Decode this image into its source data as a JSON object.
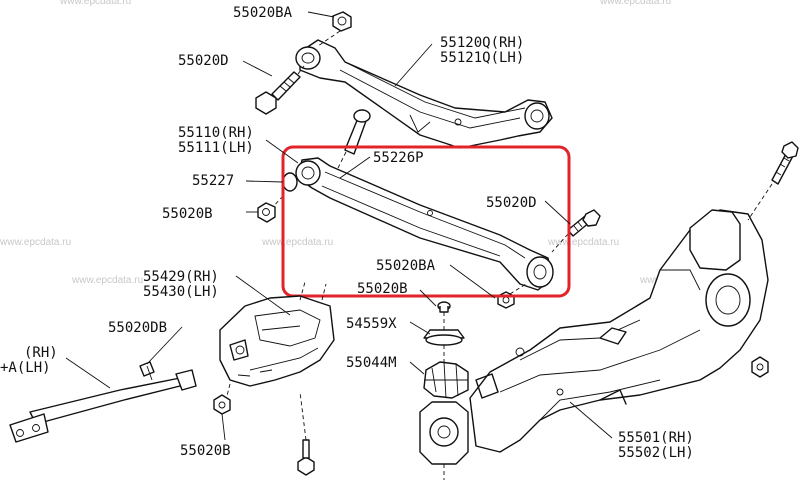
{
  "watermark": "www.epcdata.ru",
  "highlight_color": "#e2232a",
  "labels": {
    "l_55020ba_top": "55020BA",
    "l_55120q": "55120Q(RH)",
    "l_55121q": "55121Q(LH)",
    "l_55020d_top": "55020D",
    "l_55110": "55110(RH)",
    "l_55111": "55111(LH)",
    "l_55226p": "55226P",
    "l_55227": "55227",
    "l_55020b_left": "55020B",
    "l_55020d_right": "55020D",
    "l_55020ba_mid": "55020BA",
    "l_55020b_mid": "55020B",
    "l_55429": "55429(RH)",
    "l_55430": "55430(LH)",
    "l_54559x": "54559X",
    "l_55020db": "55020DB",
    "l_rh": "(RH)",
    "l_lh": "+A(LH)",
    "l_55044m": "55044M",
    "l_55020b_bottom": "55020B",
    "l_55501": "55501(RH)",
    "l_55502": "55502(LH)"
  }
}
